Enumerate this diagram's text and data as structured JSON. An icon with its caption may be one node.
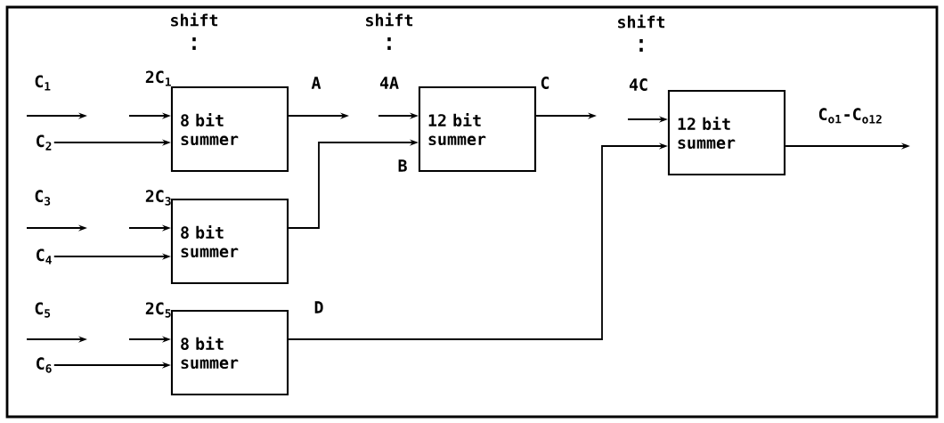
{
  "diagram": {
    "nodes": [
      {
        "text": [
          "8 bit summer"
        ]
      },
      {
        "text": [
          "C$_{2}$"
        ]
      },
      {
        "text": [
          "8 bit summer"
        ]
      },
      {
        "text": [
          "C$_{4}$"
        ]
      },
      {
        "text": [
          "8 bit summer"
        ]
      },
      {
        "text": [
          "C$_{6}$"
        ]
      },
      {
        "text": [
          "12 bit summer"
        ]
      },
      {
        "text": [
          "12 bit summer"
        ]
      }
    ],
    "edges": [
      {
        "from": null,
        "to": 0,
        "arrow": "to",
        "label": "2C$_{1}$"
      },
      {
        "from": 1,
        "to": 0,
        "arrow": "to"
      },
      {
        "from": null,
        "to": 2,
        "arrow": "to",
        "label": "2C$_{3}$"
      },
      {
        "from": 3,
        "to": 2,
        "arrow": "to"
      },
      {
        "from": null,
        "to": 4,
        "arrow": "to",
        "label": "2C$_{5}$"
      },
      {
        "from": 5,
        "to": 4,
        "arrow": "to"
      },
      {
        "from": 0,
        "to": null,
        "arrow": "to",
        "label": "A"
      },
      {
        "from": null,
        "to": 6,
        "arrow": "to",
        "label": "4A"
      },
      {
        "from": 2,
        "to": 6,
        "arrow": "to",
        "label": "B"
      },
      {
        "from": 6,
        "to": null,
        "arrow": "to",
        "label": "C"
      },
      {
        "from": null,
        "to": 7,
        "arrow": "to",
        "label": "4C"
      },
      {
        "from": 4,
        "to": 7,
        "arrow": "to",
        "label": "D"
      },
      {
        "from": 7,
        "to": null,
        "arrow": "to",
        "label": "C$_{o1}$-C$_{o12}$"
      }
    ],
    "labels": [
      "shift",
      "shift",
      "shift",
      "C$_{1}$",
      "C$_{3}$",
      "C$_{5}$"
    ]
  }
}
